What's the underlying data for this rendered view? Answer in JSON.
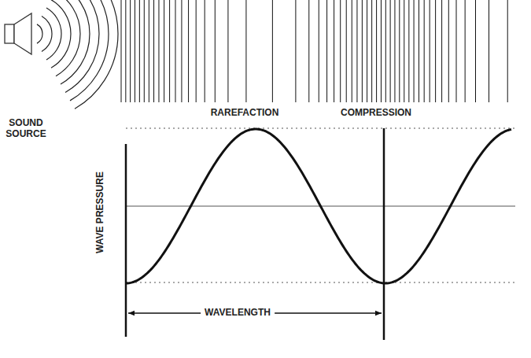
{
  "diagram": {
    "labels": [
      "SOUND SOURCE",
      "RAREFACTION",
      "COMPRESSION",
      "WAVE PRESSURE",
      "WAVELENGTH"
    ]
  }
}
